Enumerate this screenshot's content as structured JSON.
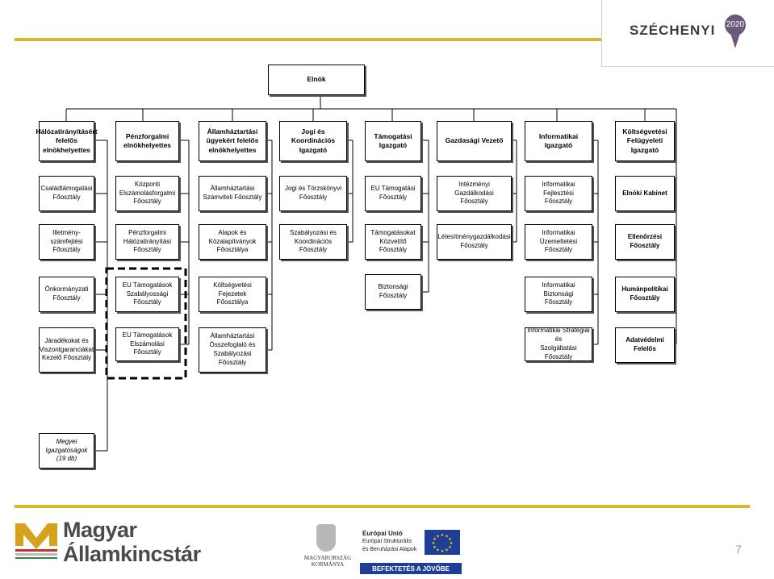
{
  "header": {
    "szechenyi_logo_text": "SZÉCHENYI",
    "szechenyi_year": "2020"
  },
  "org_chart": {
    "top": "Elnök",
    "columns": [
      {
        "header": "Hálózatirányításért\nfelelős\nelnökhelyettes",
        "units": [
          "Családtámogatási\nFőosztály",
          "Illetmény-számfejtési\nFőosztály",
          "Önkormányzati\nFőosztály",
          "Járadékokat és\nViszontgaranciákat\nKezelő Főosztály"
        ]
      },
      {
        "header": "Pénzforgalmi\nelnökhelyettes",
        "units": [
          "Központi\nElszámolásforgalmi\nFőosztály",
          "Pénzforgalmi\nHálózatirányítási\nFőosztály",
          "EU Támogatások\nSzabályossági\nFőosztály",
          "EU Támogatások\nElszámolási Főosztály"
        ]
      },
      {
        "header": "Államháztartási\nügyekért felelős\nelnökhelyettes",
        "units": [
          "Államháztartási\nSzámviteli Főosztály",
          "Alapok és\nKözalapítványok\nFőosztálya",
          "Költségvetési Fejezetek\nFőosztálya",
          "Államháztartási\nÖsszefoglaló és\nSzabályozási Főosztály"
        ]
      },
      {
        "header": "Jogi és Koordinációs\nIgazgató",
        "units": [
          "Jogi és Törzskönyvi\nFőosztály",
          "Szabályozási és\nKoordinációs Főosztály"
        ]
      },
      {
        "header": "Támogatási\nIgazgató",
        "units": [
          "EU Támogatási\nFőosztály",
          "Támogatásokat\nKözvetítő Főosztály",
          "Biztonsági\nFőosztály"
        ]
      },
      {
        "header": "Gazdasági Vezető",
        "units": [
          "Intézményi Gazdálkodási\nFőosztály",
          "Létesítménygazdálkodási\nFőosztály"
        ]
      },
      {
        "header": "Informatikai Igazgató",
        "units": [
          "Informatikai Fejlesztési\nFőosztály",
          "Informatikai Üzemeltetési\nFőosztály",
          "Informatikai Biztonsági\nFőosztály",
          "Informatikai Stratégiai és\nSzolgáltatási Főosztály"
        ]
      },
      {
        "header": "Költségvetési\nFelügyeleti\nIgazgató",
        "units": [
          "Elnöki Kabinet",
          "Ellenőrzési\nFőosztály",
          "Humánpolitikai\nFőosztály",
          "Adatvédelmi\nFelelős"
        ]
      }
    ],
    "regional": "Megyei\nIgazgatóságok\n(19 db)"
  },
  "footer": {
    "logo_line1": "Magyar",
    "logo_line2": "Államkincstár",
    "crest_text": "MAGYARORSZÁG\nKORMÁNYA",
    "eu_line1": "Európai Unió",
    "eu_line2": "Európai Strukturális",
    "eu_line3": "és Beruházási Alapok",
    "eu_banner": "BEFEKTETÉS A JÖVŐBE",
    "page_number": "7"
  },
  "colors": {
    "gold": "#d8b72e",
    "eu_blue": "#1e3f95",
    "eu_star": "#ffdd00",
    "logo_gold": "#d4a21c",
    "logo_red": "#c8302e",
    "logo_green": "#2e8a3e"
  }
}
